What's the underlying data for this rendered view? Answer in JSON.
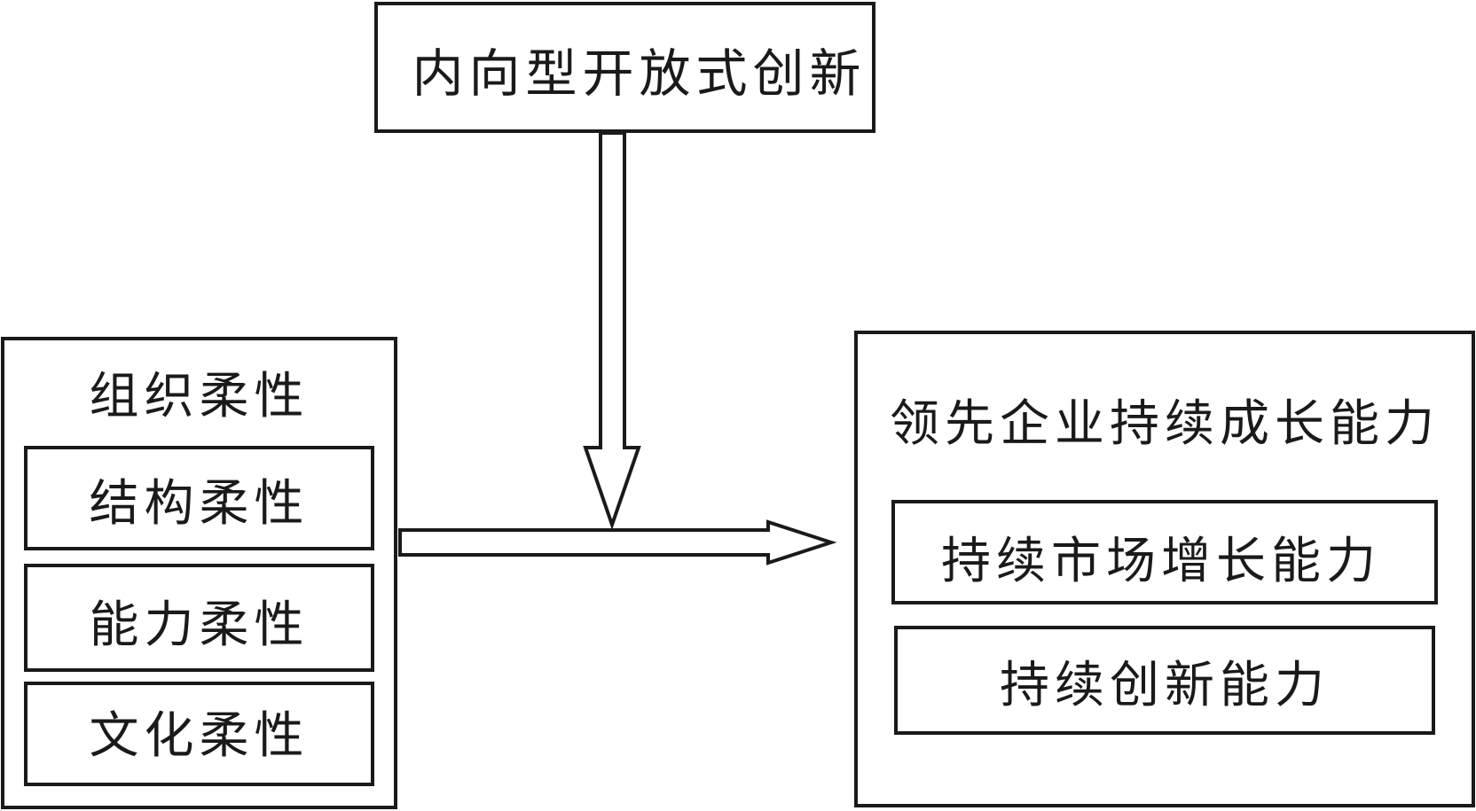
{
  "moderator": {
    "label": "内向型开放式创新"
  },
  "organizational_flexibility": {
    "title": "组织柔性",
    "items": [
      "结构柔性",
      "能力柔性",
      "文化柔性"
    ]
  },
  "sustained_growth": {
    "title": "领先企业持续成长能力",
    "items": [
      "持续市场增长能力",
      "持续创新能力"
    ]
  }
}
